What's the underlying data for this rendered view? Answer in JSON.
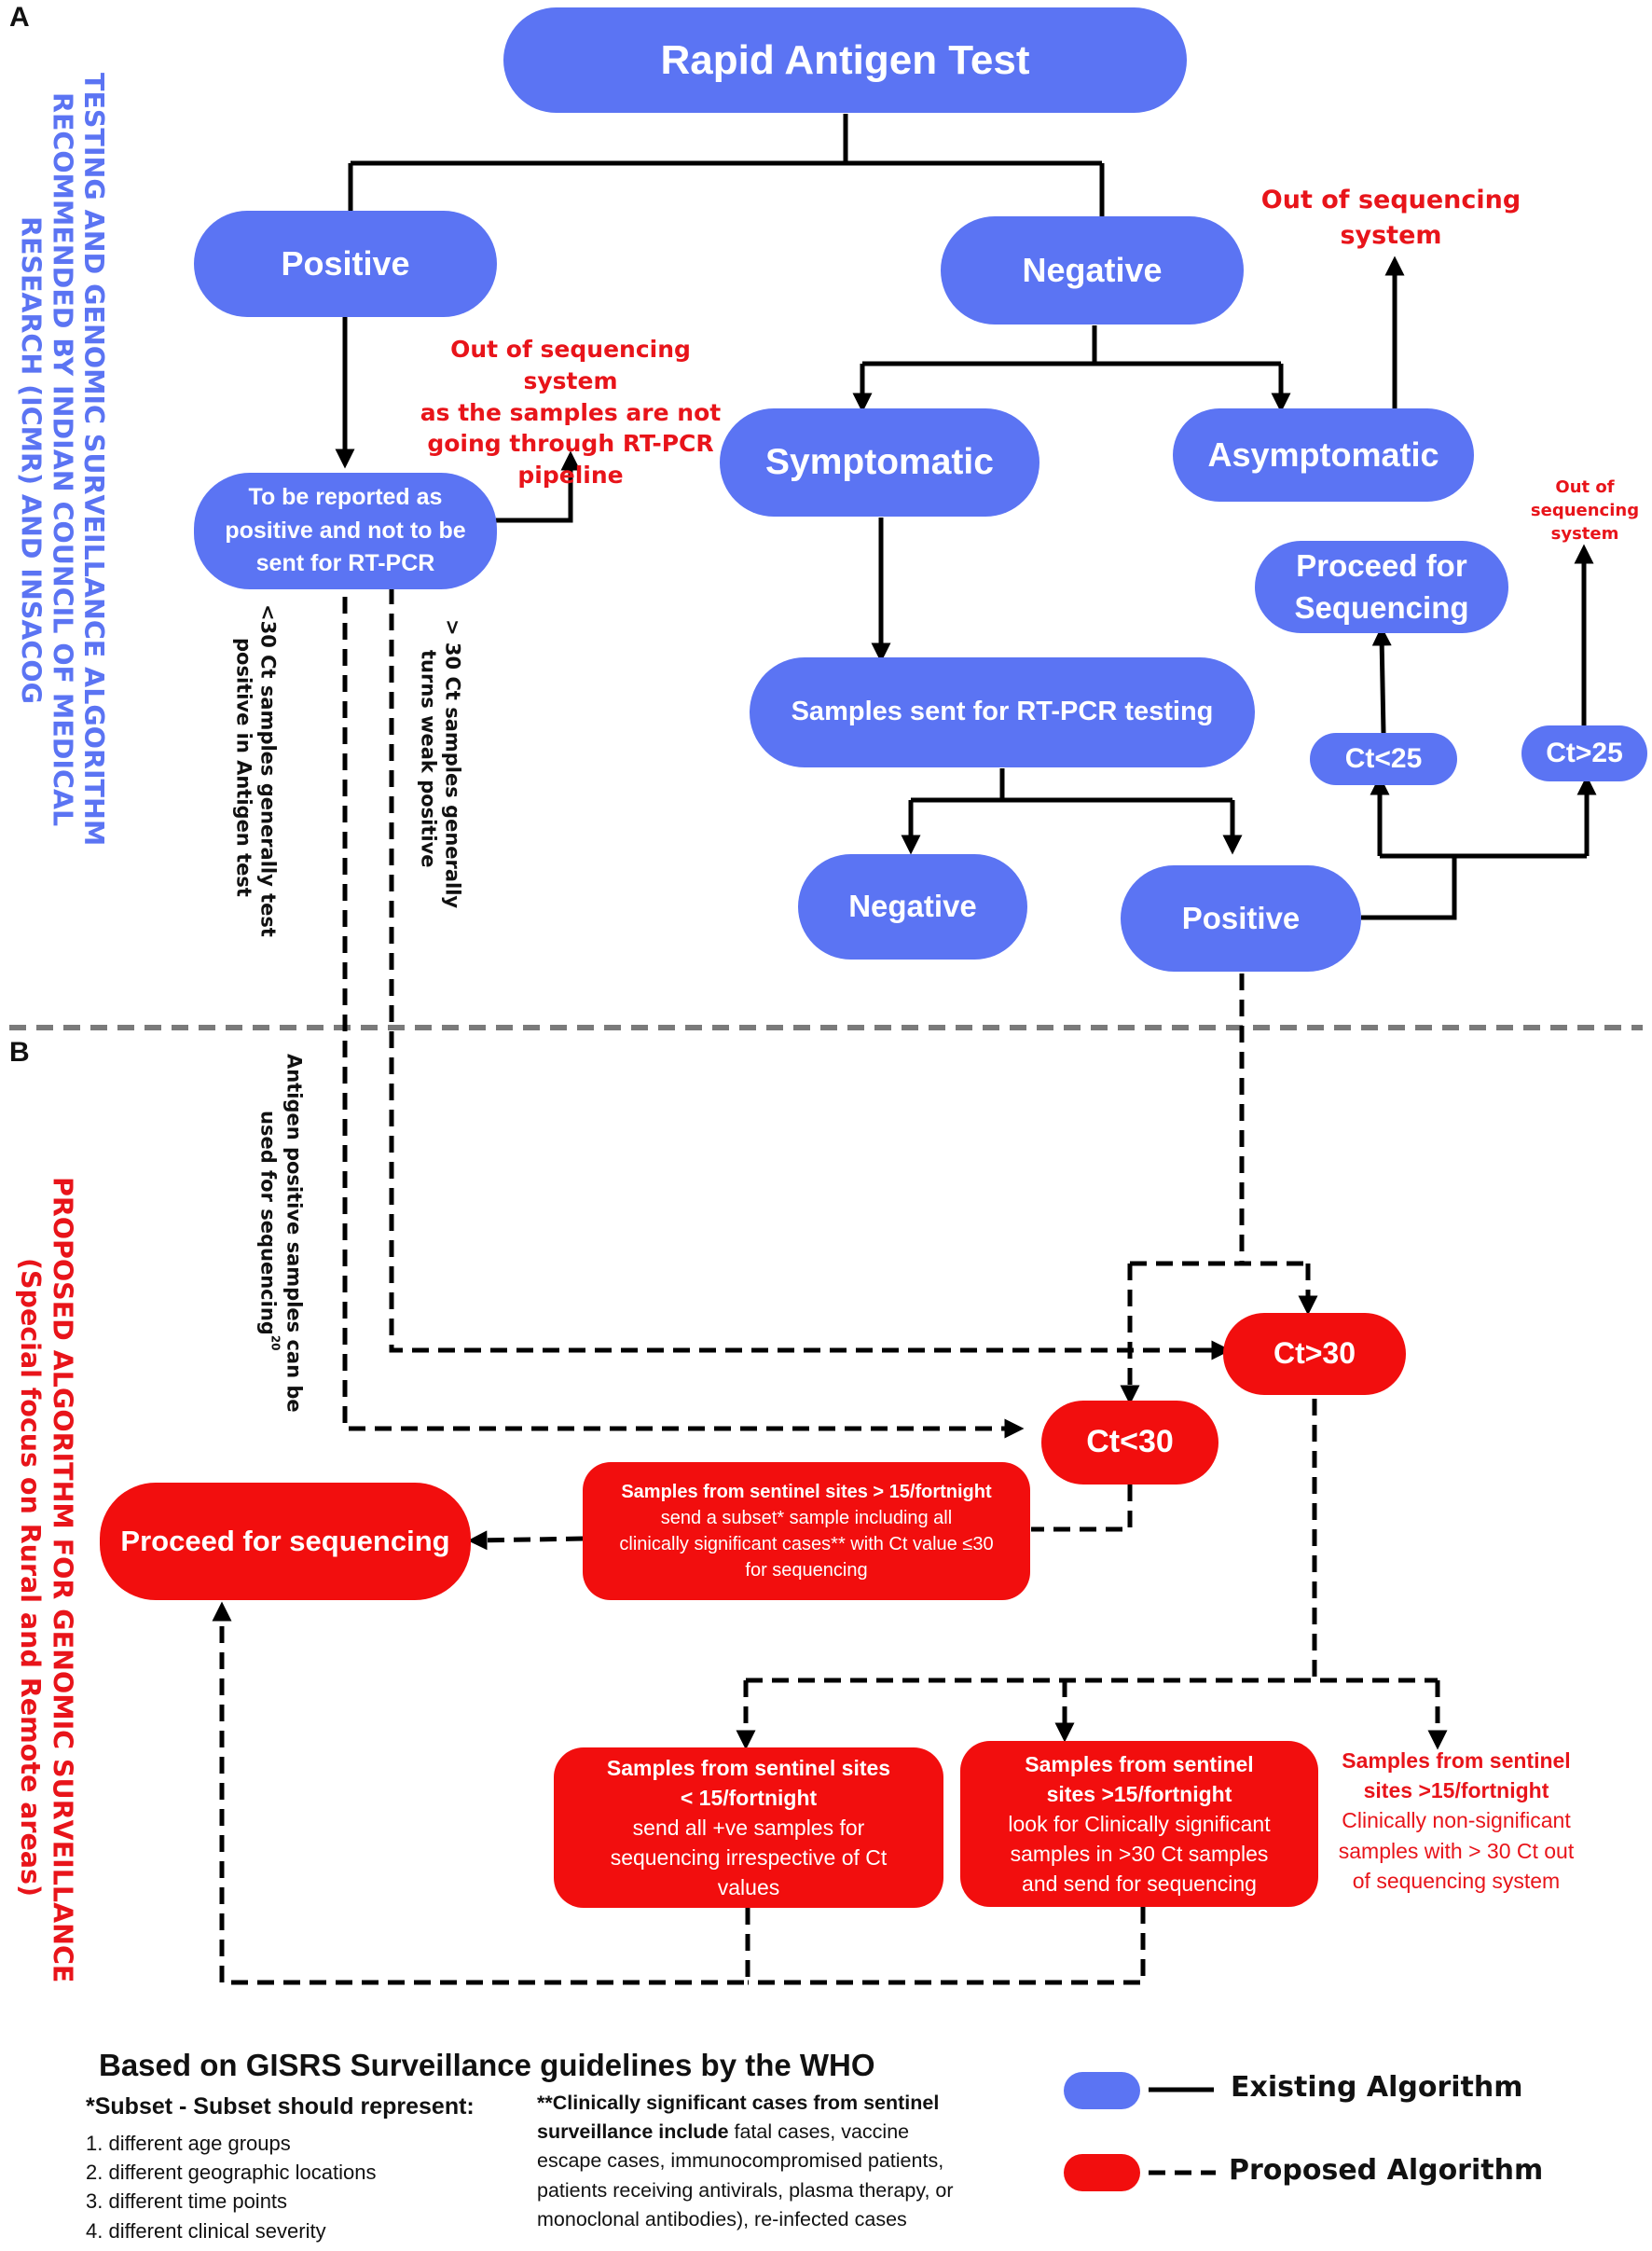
{
  "panel_labels": {
    "a": "A",
    "b": "B"
  },
  "side_titles": {
    "existing": [
      "TESTING AND GENOMIC SURVEILLANCE ALGORITHM",
      "RECOMMENDED BY INDIAN COUNCIL OF MEDICAL",
      "RESEARCH (ICMR) AND INSACOG"
    ],
    "proposed": [
      "PROPOSED ALGORITHM FOR GENOMIC SURVEILLANCE",
      "(Special focus on Rural  and Remote areas)"
    ]
  },
  "colors": {
    "existing_blue": "#5b74f3",
    "proposed_red": "#f20e0e",
    "note_red": "#e8141a",
    "divider_gray": "#7a7a7a"
  },
  "nodes": {
    "rapid_antigen_test": "Rapid Antigen Test",
    "positive": "Positive",
    "negative": "Negative",
    "reported_positive": [
      "To be reported as",
      "positive and not to be",
      "sent for RT-PCR"
    ],
    "symptomatic": "Symptomatic",
    "asymptomatic": "Asymptomatic",
    "proceed_sequencing_top": [
      "Proceed for",
      "Sequencing"
    ],
    "samples_rtpcr": "Samples sent for RT-PCR testing",
    "ct_lt25": "Ct<25",
    "ct_gt25": "Ct>25",
    "rtpcr_negative": "Negative",
    "rtpcr_positive": "Positive",
    "ct_gt30": "Ct>30",
    "ct_lt30": "Ct<30",
    "proceed_sequencing_bottom": "Proceed for sequencing",
    "sentinel_gt15_subset": {
      "bold": "Samples from sentinel sites > 15/fortnight",
      "lines": [
        "send a subset* sample including all",
        "clinically significant cases** with Ct value ≤30",
        "for sequencing"
      ]
    },
    "sentinel_lt15": {
      "bold": [
        "Samples from sentinel sites",
        "< 15/fortnight"
      ],
      "lines": [
        "send all +ve samples for",
        "sequencing irrespective of Ct",
        "values"
      ]
    },
    "sentinel_gt15_clinical": {
      "bold": [
        "Samples from sentinel",
        "sites >15/fortnight"
      ],
      "lines": [
        "look for Clinically significant",
        "samples in >30 Ct samples",
        "and send for sequencing"
      ]
    },
    "sentinel_gt15_nonsig": {
      "bold": [
        "Samples from sentinel",
        "sites >15/fortnight"
      ],
      "lines": [
        "Clinically non-significant",
        "samples with > 30 Ct out",
        "of sequencing system"
      ]
    }
  },
  "notes": {
    "out_seq_not_rtpcr": [
      "Out of sequencing system",
      "as the samples are not",
      "going through RT-PCR",
      "pipeline"
    ],
    "out_seq_asym": [
      "Out of sequencing",
      "system"
    ],
    "out_seq_ct25": [
      "Out of",
      "sequencing",
      "system"
    ],
    "lt30_note": [
      "<30 Ct samples generally test",
      "positive in Antigen test"
    ],
    "gt30_note": [
      "> 30 Ct samples generally",
      "turns weak positive"
    ],
    "antigen_note": [
      "Antigen positive samples can be",
      "used for sequencing"
    ],
    "antigen_ref": "20"
  },
  "footer": {
    "title": "Based on GISRS Surveillance guidelines by the WHO",
    "subset_heading": "*Subset - Subset should represent:",
    "subset_items": [
      "1. different age groups",
      "2. different geographic locations",
      "3. different time points",
      "4. different clinical severity"
    ],
    "clinical_bold": "**Clinically significant cases from sentinel surveillance include",
    "clinical_rest": " fatal cases, vaccine escape cases, immunocompromised patients, patients receiving antivirals, plasma therapy, or monoclonal antibodies), re-infected cases"
  },
  "legend": {
    "existing": "Existing Algorithm",
    "proposed": "Proposed Algorithm"
  }
}
